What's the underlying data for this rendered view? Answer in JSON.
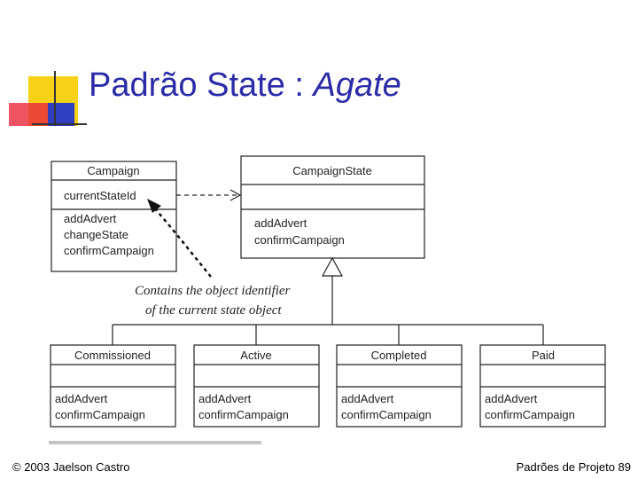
{
  "slide": {
    "title_main": "Padrão State : ",
    "title_italic": "Agate",
    "footer_left": "© 2003 Jaelson Castro",
    "footer_right": "Padrões de Projeto 89"
  },
  "diagram": {
    "context_class": {
      "name": "Campaign",
      "attributes": [
        "currentStateId"
      ],
      "operations": [
        "addAdvert",
        "changeState",
        "confirmCampaign"
      ]
    },
    "state_class": {
      "name": "CampaignState",
      "operations": [
        "addAdvert",
        "confirmCampaign"
      ]
    },
    "note": [
      "Contains the object identifier",
      "of the current state object"
    ],
    "subclasses": [
      {
        "name": "Commissioned",
        "operations": [
          "addAdvert",
          "confirmCampaign"
        ]
      },
      {
        "name": "Active",
        "operations": [
          "addAdvert",
          "confirmCampaign"
        ]
      },
      {
        "name": "Completed",
        "operations": [
          "addAdvert",
          "confirmCampaign"
        ]
      },
      {
        "name": "Paid",
        "operations": [
          "addAdvert",
          "confirmCampaign"
        ]
      }
    ]
  },
  "colors": {
    "title": "#2c2ca8",
    "logo_yellow": "#f7d117",
    "logo_red": "#e8283c",
    "logo_blue": "#2f3fbf"
  }
}
